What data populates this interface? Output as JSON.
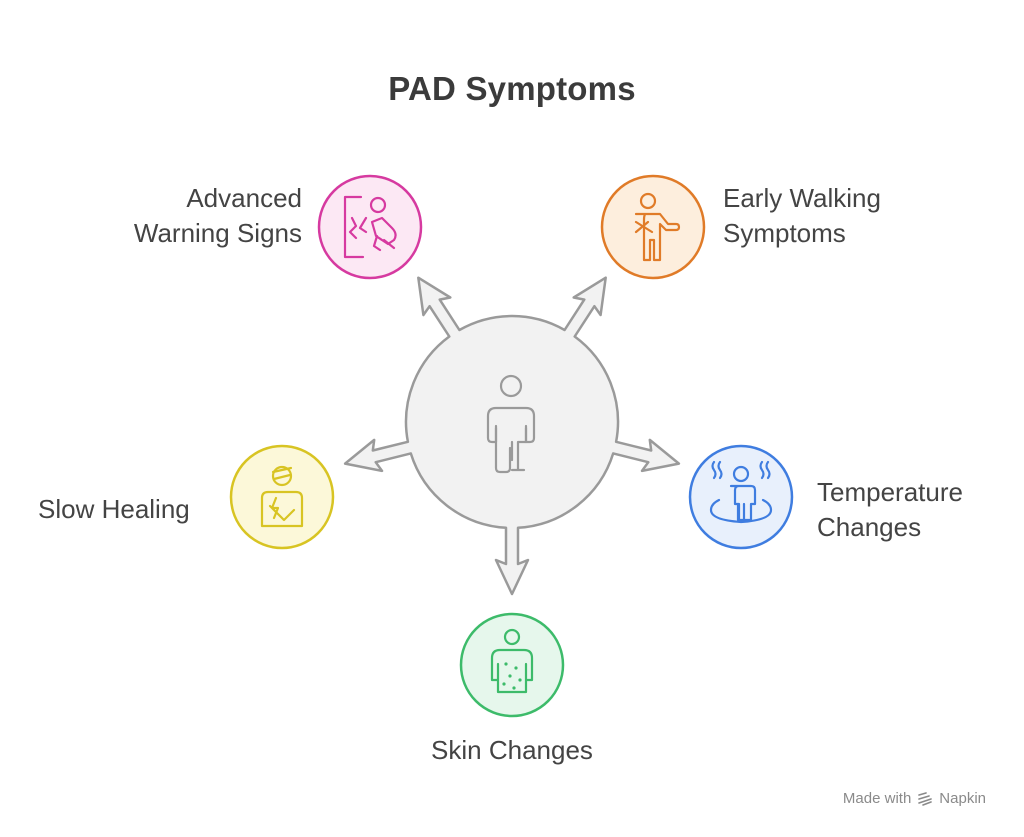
{
  "title": "PAD Symptoms",
  "nodes": {
    "advanced": {
      "lines": [
        "Advanced",
        "Warning Signs"
      ],
      "color": "#d63aa0",
      "fill": "#fce8f4",
      "icon": "person-falling-icon"
    },
    "walking": {
      "lines": [
        "Early Walking",
        "Symptoms"
      ],
      "color": "#e07b28",
      "fill": "#fdeedd",
      "icon": "person-arm-sling-icon"
    },
    "temperature": {
      "lines": [
        "Temperature",
        "Changes"
      ],
      "color": "#3f7de0",
      "fill": "#e8f0fc",
      "icon": "person-heat-waves-icon"
    },
    "skin": {
      "lines": [
        "Skin Changes"
      ],
      "color": "#3dbb6a",
      "fill": "#e6f7ec",
      "icon": "person-skin-spots-icon"
    },
    "healing": {
      "lines": [
        "Slow Healing"
      ],
      "color": "#d8c423",
      "fill": "#fcf8d9",
      "icon": "person-bandaged-icon"
    }
  },
  "center": {
    "color": "#9a9a9a",
    "fill": "#f2f2f2",
    "icon": "person-leg-icon"
  },
  "footer": {
    "prefix": "Made with",
    "brand": "Napkin"
  }
}
